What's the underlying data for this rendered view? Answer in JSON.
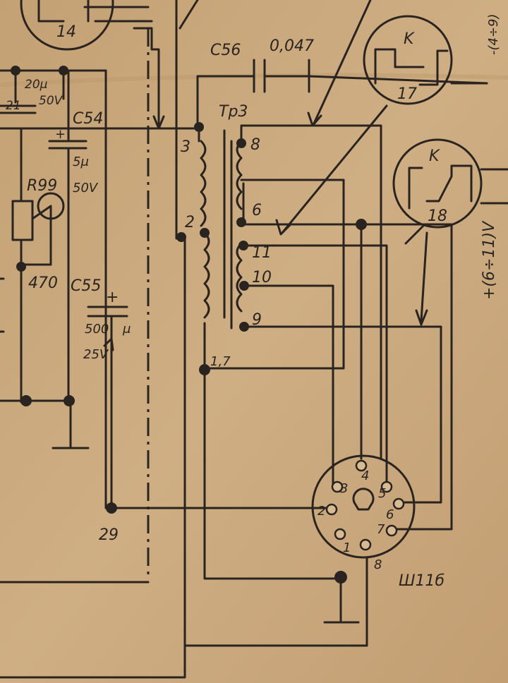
{
  "components": {
    "tube_14": "14",
    "lamp_17": {
      "number": "17",
      "letter": "K"
    },
    "lamp_18": {
      "number": "18",
      "letter": "K"
    },
    "c56": {
      "name": "C56",
      "value": "0,047"
    },
    "c54": {
      "name": "C54",
      "value": "5μ",
      "voltage": "50V"
    },
    "c55": {
      "name": "C55",
      "plus": "+",
      "value": "500",
      "unit": "μ",
      "voltage": "25V"
    },
    "r99": {
      "name": "R99",
      "value": "470"
    },
    "top_left_partial": {
      "a": "20μ",
      "b": "50V",
      "c": "21"
    },
    "c54_plus": "+"
  },
  "transformer": {
    "name": "Tp3",
    "primary_pins": [
      "3",
      "2",
      "1,7"
    ],
    "secondary_pins": [
      "8",
      "6",
      "11",
      "10",
      "9"
    ]
  },
  "socket": {
    "name": "Ш11б",
    "pins": [
      "1",
      "2",
      "3",
      "4",
      "5",
      "6",
      "7",
      "8"
    ]
  },
  "node_29": "29",
  "voltage_label_right": "+(6÷11)V",
  "voltage_label_top": "-(4÷9)"
}
